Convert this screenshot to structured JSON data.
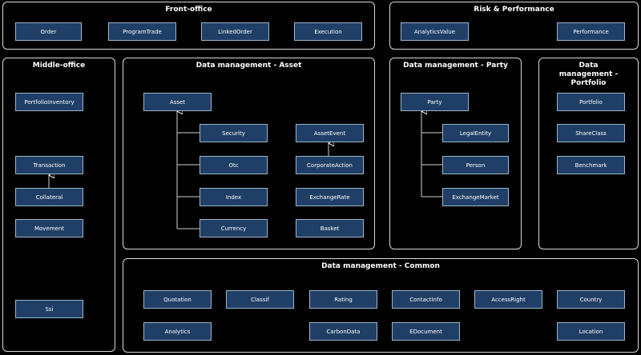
{
  "front_office": {
    "title": "Front-office",
    "items": [
      "Order",
      "ProgramTrade",
      "LinkedOrder",
      "Execution"
    ]
  },
  "risk_performance": {
    "title": "Risk & Performance",
    "items": [
      "AnalyticsValue",
      "Performance"
    ]
  },
  "middle_office": {
    "title": "Middle-office",
    "items": [
      "PortfolioInventory",
      "Transaction",
      "Collateral",
      "Movement",
      "Ssi"
    ]
  },
  "dm_asset": {
    "title": "Data management - Asset",
    "items": [
      "Asset",
      "Security",
      "Otc",
      "Index",
      "Currency",
      "AssetEvent",
      "CorporateAction",
      "ExchangeRate",
      "Basket"
    ]
  },
  "dm_party": {
    "title": "Data management - Party",
    "items": [
      "Party",
      "LegalEntity",
      "Person",
      "ExchangeMarket"
    ]
  },
  "dm_portfolio": {
    "title": "Data management - Portfolio",
    "items": [
      "Portfolio",
      "ShareClass",
      "Benchmark"
    ]
  },
  "dm_common": {
    "title": "Data management - Common",
    "items": [
      "Quotation",
      "Classif",
      "Rating",
      "ContactInfo",
      "AccessRight",
      "Country",
      "Analytics",
      "CarbonData",
      "EDocument",
      "Location"
    ]
  }
}
